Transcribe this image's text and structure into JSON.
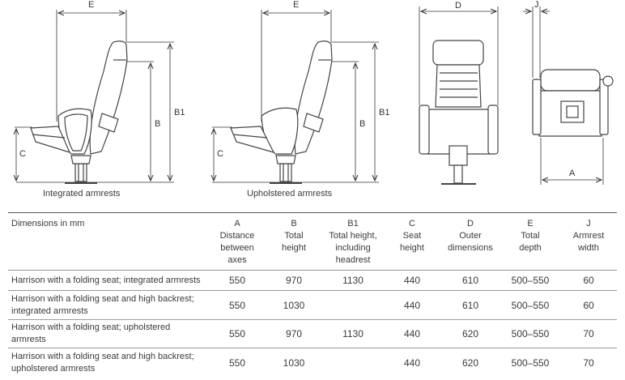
{
  "drawings": {
    "integrated": {
      "caption": "Integrated armrests",
      "labels": {
        "E": "E",
        "B": "B",
        "B1": "B1",
        "C": "C"
      }
    },
    "upholstered": {
      "caption": "Upholstered armrests",
      "labels": {
        "E": "E",
        "B": "B",
        "B1": "B1",
        "C": "C"
      }
    },
    "front": {
      "labels": {
        "D": "D"
      }
    },
    "top": {
      "labels": {
        "J": "J",
        "A": "A"
      }
    }
  },
  "table": {
    "headers": [
      [
        "Dimensions in mm"
      ],
      [
        "A",
        "Distance",
        "between",
        "axes"
      ],
      [
        "B",
        "Total",
        "height"
      ],
      [
        "B1",
        "Total height,",
        "including",
        "headrest"
      ],
      [
        "C",
        "Seat",
        "height"
      ],
      [
        "D",
        "Outer",
        "dimensions"
      ],
      [
        "E",
        "Total",
        "depth"
      ],
      [
        "J",
        "Armrest",
        "width"
      ]
    ],
    "rows": [
      {
        "name": [
          "Harrison with a folding seat; integrated armrests"
        ],
        "values": [
          "550",
          "970",
          "1130",
          "440",
          "610",
          "500–550",
          "60"
        ]
      },
      {
        "name": [
          "Harrison with a folding seat and high backrest;",
          "integrated armrests"
        ],
        "values": [
          "550",
          "1030",
          "",
          "440",
          "610",
          "500–550",
          "60"
        ]
      },
      {
        "name": [
          "Harrison with a folding seat; upholstered armrests"
        ],
        "values": [
          "550",
          "970",
          "1130",
          "440",
          "620",
          "500–550",
          "70"
        ]
      },
      {
        "name": [
          "Harrison with a folding seat and high backrest;",
          "upholstered armrests"
        ],
        "values": [
          "550",
          "1030",
          "",
          "440",
          "620",
          "500–550",
          "70"
        ]
      }
    ]
  }
}
